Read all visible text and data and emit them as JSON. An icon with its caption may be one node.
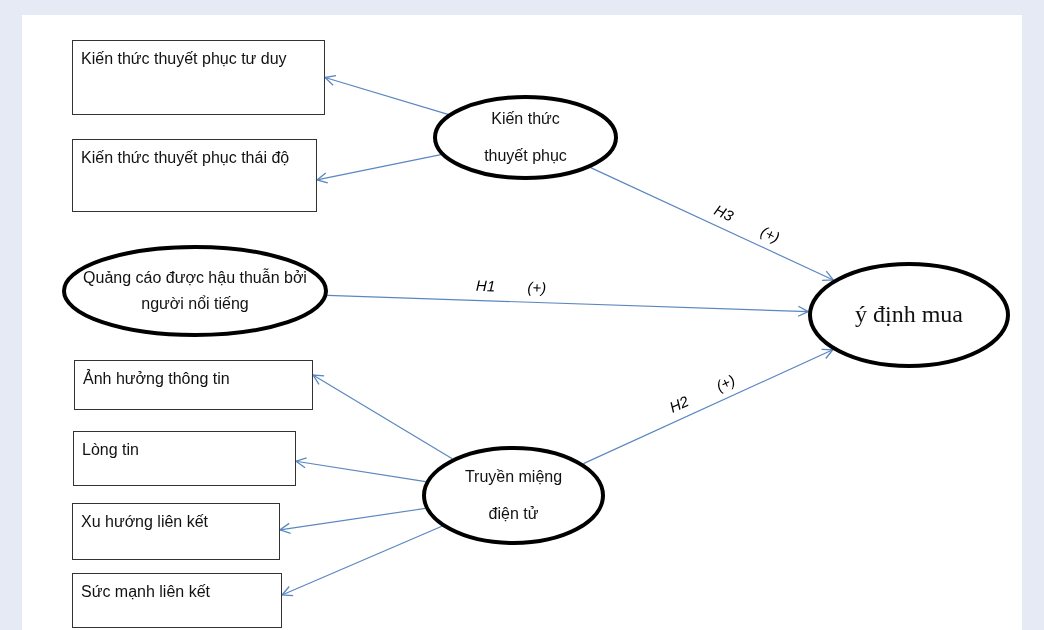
{
  "diagram": {
    "nodes": [
      {
        "text": [
          "Kiến thức thuyết phục tư duy"
        ]
      },
      {
        "text": [
          "Kiến thức thuyết phục"
        ]
      },
      {
        "text": [
          "Kiến thức thuyết phục thái độ"
        ]
      },
      {
        "text": [
          "Quảng cáo được hậu thuẫn bởi người nổi tiếng"
        ]
      },
      {
        "text": [
          "ý định mua"
        ]
      },
      {
        "text": [
          "Ảnh hưởng thông tin"
        ]
      },
      {
        "text": [
          "Lòng tin"
        ]
      },
      {
        "text": [
          "Truyền miệng điện tử"
        ]
      },
      {
        "text": [
          "Xu hướng liên kết"
        ]
      },
      {
        "text": [
          "Sức mạnh liên kết"
        ]
      }
    ],
    "edges": [
      {
        "from": 1,
        "to": 0,
        "arrow": "to"
      },
      {
        "from": 1,
        "to": 2,
        "arrow": "to"
      },
      {
        "from": 1,
        "to": 4,
        "arrow": "to",
        "label": "H3 (+)"
      },
      {
        "from": 3,
        "to": 4,
        "arrow": "to",
        "label": "H1 (+)"
      },
      {
        "from": 7,
        "to": 4,
        "arrow": "to",
        "label": "H2 (+)"
      },
      {
        "from": 7,
        "to": 5,
        "arrow": "to"
      },
      {
        "from": 7,
        "to": 6,
        "arrow": "to"
      },
      {
        "from": 7,
        "to": 8,
        "arrow": "to"
      },
      {
        "from": 7,
        "to": 9,
        "arrow": "to"
      }
    ]
  }
}
